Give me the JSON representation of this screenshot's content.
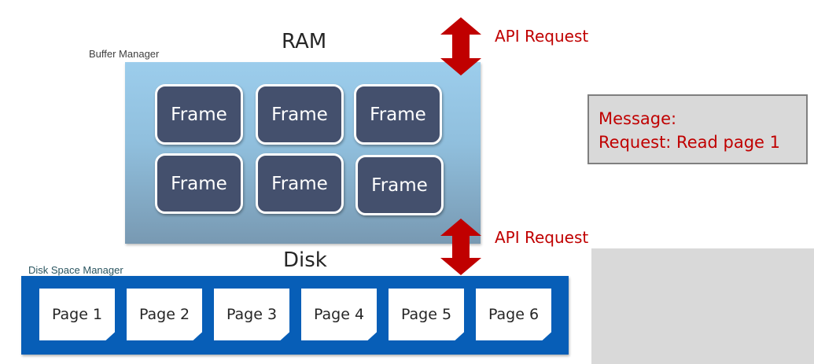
{
  "ram": {
    "title": "RAM",
    "manager_label": "Buffer Manager",
    "frames": [
      "Frame",
      "Frame",
      "Frame",
      "Frame",
      "Frame",
      "Frame"
    ]
  },
  "disk": {
    "title": "Disk",
    "manager_label": "Disk Space Manager",
    "pages": [
      "Page 1",
      "Page 2",
      "Page 3",
      "Page 4",
      "Page 5",
      "Page 6"
    ]
  },
  "api": {
    "top_label": "API Request",
    "bottom_label": "API Request",
    "arrow_color": "#c00000"
  },
  "message": {
    "line1": "Message:",
    "line2": "Request: Read page 1"
  },
  "colors": {
    "frame_fill": "#44506d",
    "disk_bar": "#075eb7",
    "message_text": "#c00000"
  }
}
